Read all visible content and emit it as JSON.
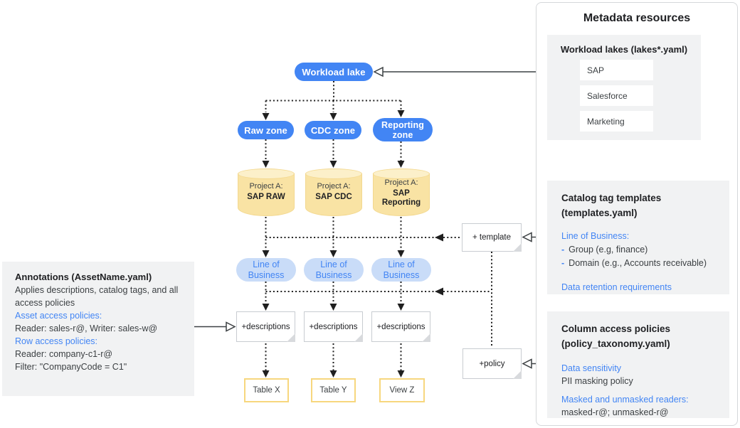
{
  "colors": {
    "node_blue": "#4285F4",
    "light_blue_fill": "#C9DCF8",
    "cylinder_fill": "#F9E3A4",
    "cylinder_top_fill": "#FCF0CA",
    "table_border_yellow": "#F7D77E",
    "panel_gray": "#F1F2F3",
    "text_dark": "#202124",
    "text_body": "#3C4043"
  },
  "diagram": {
    "workload_lake": "Workload lake",
    "zones": [
      "Raw zone",
      "CDC zone",
      "Reporting zone"
    ],
    "projects": [
      {
        "line1": "Project A:",
        "line2": "SAP RAW"
      },
      {
        "line1": "Project A:",
        "line2": "SAP CDC"
      },
      {
        "line1": "Project A:",
        "line2": "SAP Reporting"
      }
    ],
    "lob_pills": [
      "Line of Business",
      "Line of Business",
      "Line of Business"
    ],
    "description_notes": [
      "+descriptions",
      "+descriptions",
      "+descriptions"
    ],
    "template_note": "+ template",
    "policy_note": "+policy",
    "tables": [
      "Table X",
      "Table Y",
      "View Z"
    ]
  },
  "annotations_panel": {
    "title": "Annotations (AssetName.yaml)",
    "body": "Applies descriptions, catalog tags, and all access policies",
    "asset_heading": "Asset access policies:",
    "asset_value": "Reader: sales-r@, Writer: sales-w@",
    "row_heading": "Row access policies:",
    "row_value": "Reader: company-c1-r@",
    "filter_value": "Filter: \"CompanyCode = C1\""
  },
  "metadata_panel": {
    "title": "Metadata resources",
    "workload_lakes": {
      "title": "Workload lakes (lakes*.yaml)",
      "items": [
        "SAP",
        "Salesforce",
        "Marketing"
      ]
    },
    "catalog_templates": {
      "title_line1": "Catalog tag templates",
      "title_line2": "(templates.yaml)",
      "lob_heading": "Line of Business:",
      "dash": "-",
      "bullets": [
        "Group (e.g, finance)",
        "Domain (e.g., Accounts receivable)"
      ],
      "retention_heading": "Data retention requirements"
    },
    "column_policies": {
      "title_line1": "Column access policies",
      "title_line2": "(policy_taxonomy.yaml)",
      "sensitivity_heading": "Data sensitivity",
      "sensitivity_value": "PII masking policy",
      "readers_heading": "Masked and unmasked readers:",
      "readers_value": "masked-r@; unmasked-r@"
    }
  }
}
